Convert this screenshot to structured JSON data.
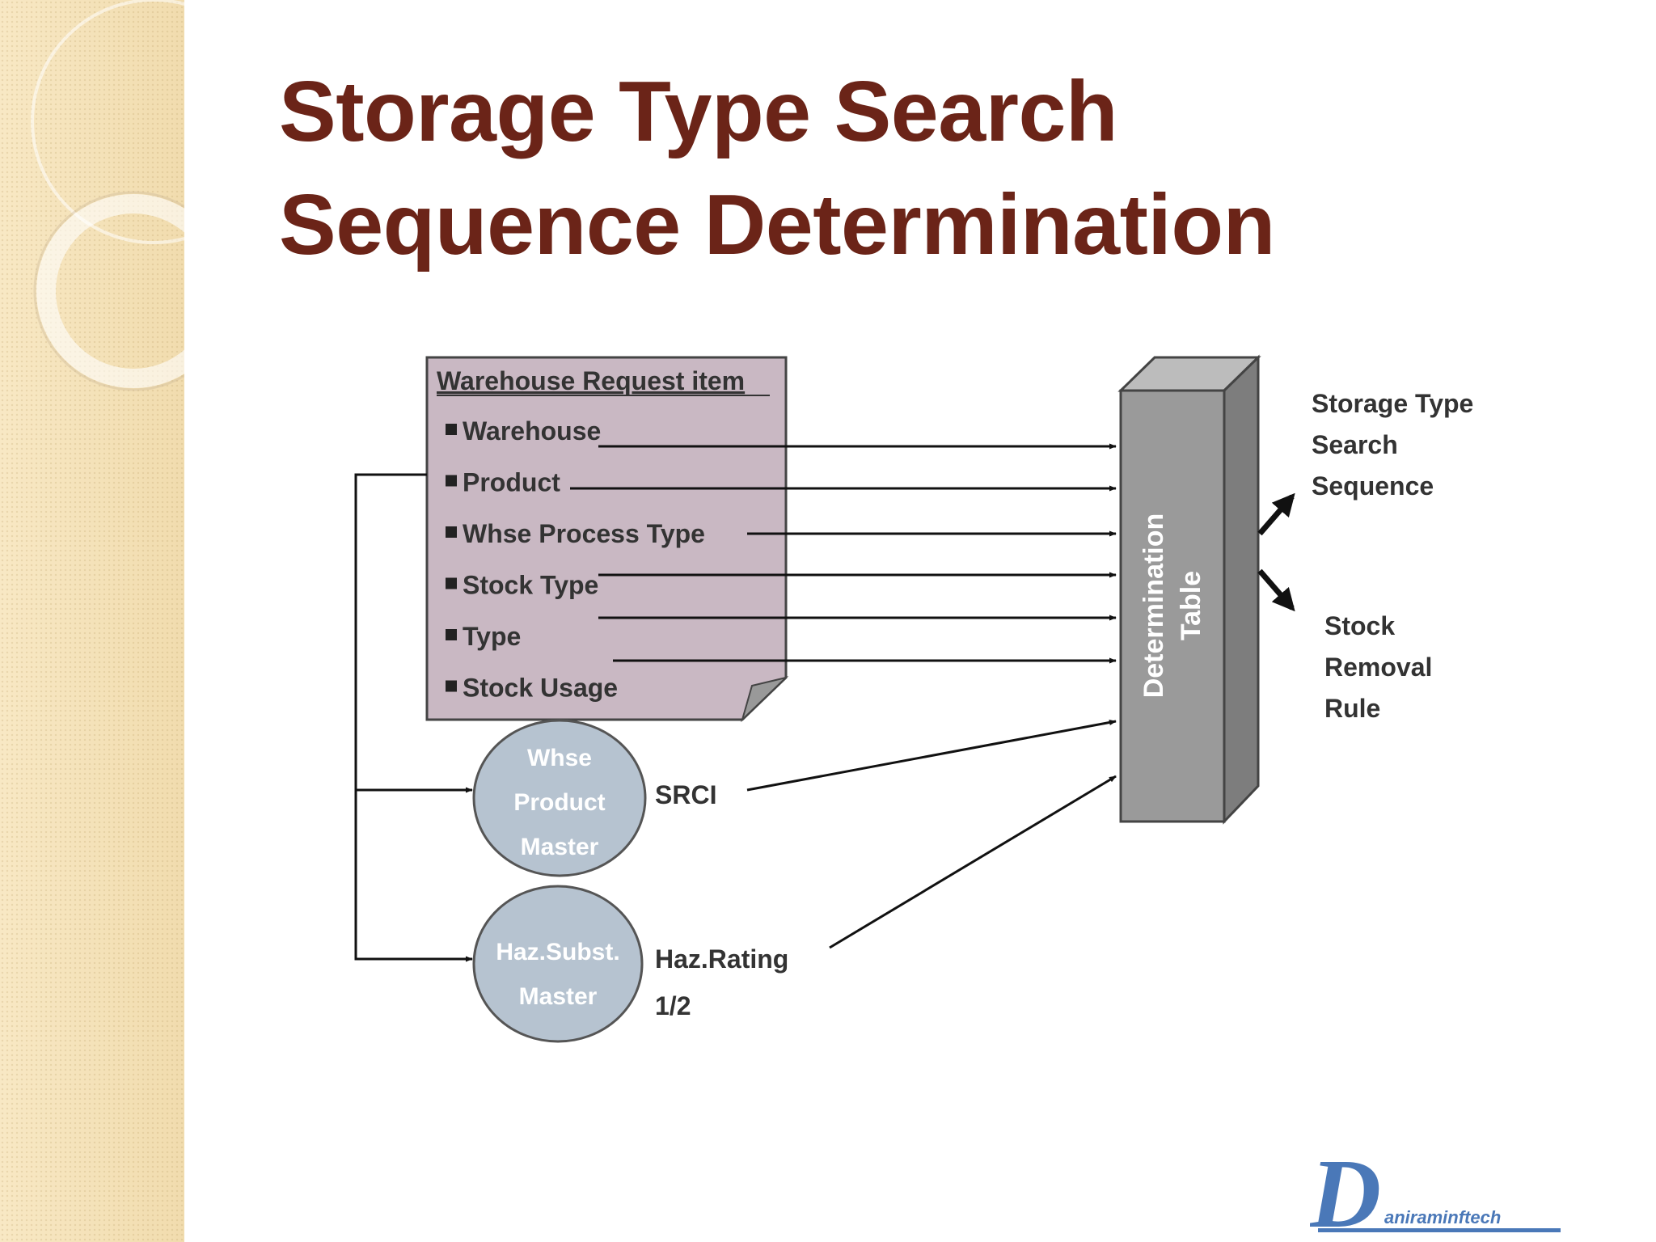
{
  "slide": {
    "title_line1": "Storage Type Search",
    "title_line2": "Sequence Determination"
  },
  "diagram": {
    "request": {
      "header": "Warehouse Request item",
      "fields": [
        "Warehouse",
        "Product",
        "Whse Process Type",
        "Stock Type",
        "Type",
        "Stock Usage"
      ]
    },
    "masters": [
      {
        "lines": [
          "Whse",
          "Product",
          "Master"
        ],
        "attribute": [
          "SRCI"
        ]
      },
      {
        "lines": [
          "Haz.Subst.",
          "Master"
        ],
        "attribute": [
          "Haz.Rating",
          "1/2"
        ]
      }
    ],
    "table": {
      "lines": [
        "Determination",
        "Table"
      ]
    },
    "outputs": [
      {
        "lines": [
          "Storage Type",
          "Search",
          "Sequence"
        ]
      },
      {
        "lines": [
          "Stock",
          "Removal",
          "Rule"
        ]
      }
    ],
    "colors": {
      "request_fill": "#c9b8c3",
      "master_fill": "#b6c3d0",
      "table_front": "#9a9a9a",
      "table_side": "#7d7d7d",
      "table_top": "#bcbcbc",
      "text_dark": "#333333",
      "title": "#6b2418"
    }
  },
  "logo": {
    "letter": "D",
    "text": "aniraminftech"
  }
}
